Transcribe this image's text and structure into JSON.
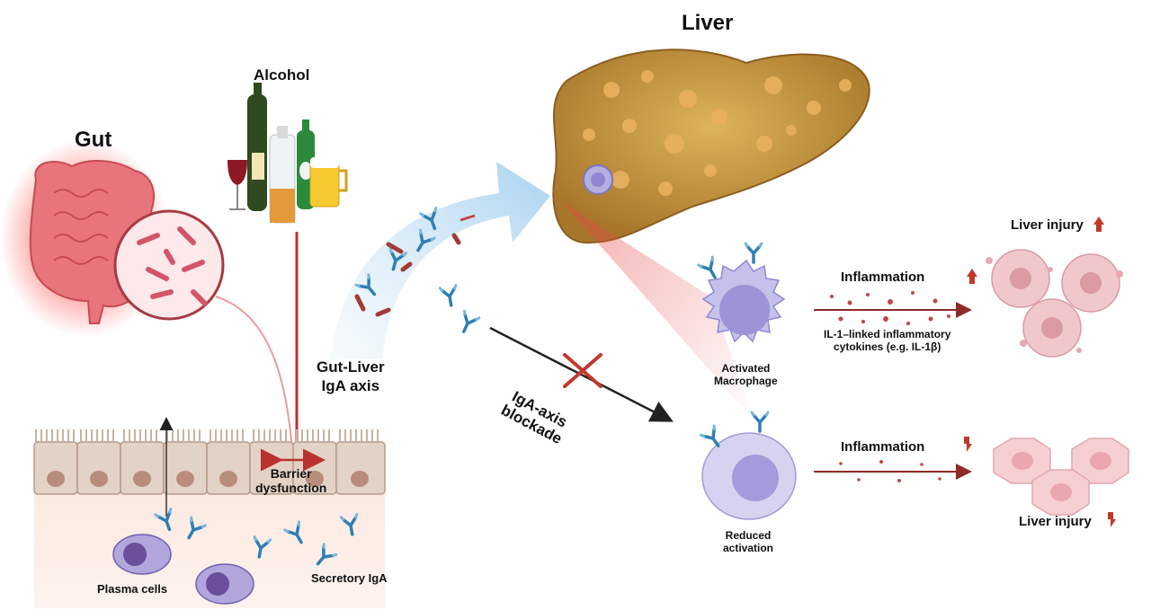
{
  "labels": {
    "liver": "Liver",
    "alcohol": "Alcohol",
    "gut": "Gut",
    "gut_liver_axis_line1": "Gut-Liver",
    "gut_liver_axis_line2": "IgA axis",
    "iga_blockade_line1": "IgA-axis",
    "iga_blockade_line2": "blockade",
    "barrier_line1": "Barrier",
    "barrier_line2": "dysfunction",
    "plasma_cells": "Plasma cells",
    "secretory_iga": "Secretory IgA",
    "activated_line1": "Activated",
    "activated_line2": "Macrophage",
    "reduced_line1": "Reduced",
    "reduced_line2": "activation",
    "inflammation_up": "Inflammation",
    "inflammation_down": "Inflammation",
    "cytokines_line1": "IL-1–linked inflammatory",
    "cytokines_line2": "cytokines (e.g. IL-1β)",
    "liver_injury_up": "Liver injury",
    "liver_injury_down": "Liver injury"
  },
  "colors": {
    "gut": "#e8747c",
    "liver": "#c9a24a",
    "macrophage": "#b3b0e0",
    "antibody": "#2f7fb5",
    "arrow_red": "#b8322e",
    "arrow_blue": "#a9d4f0",
    "epithelium": "#e3d2c6"
  },
  "icons": {
    "up_arrow": "up-arrow-icon",
    "down_arrow": "down-arrow-icon",
    "blocked": "red-x-icon"
  }
}
